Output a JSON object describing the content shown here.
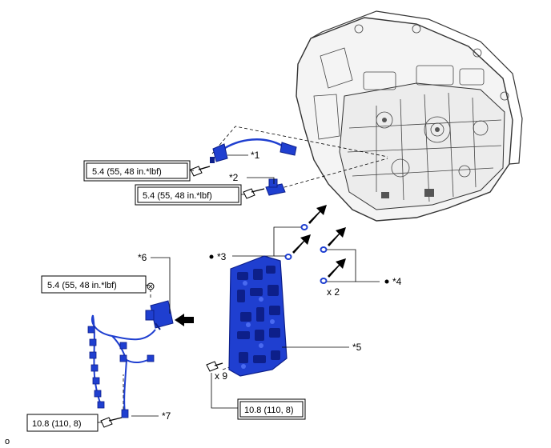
{
  "torque_specs": {
    "sensor1": "5.4 (55, 48 in.*lbf)",
    "sensor2": "5.4 (55, 48 in.*lbf)",
    "solenoid": "5.4 (55, 48 in.*lbf)",
    "harness": "10.8 (110, 8)",
    "valve_body": "10.8 (110, 8)"
  },
  "callouts": {
    "c1": "*1",
    "c2": "*2",
    "c3": "*3",
    "c4": "*4",
    "c5": "*5",
    "c6": "*6",
    "c7": "*7"
  },
  "quantities": {
    "o_rings": "x 2",
    "bolts": "x 9"
  },
  "reference_id": "o",
  "colors": {
    "part_blue": "#1f3fd0",
    "part_dark": "#0d1f8a",
    "housing_light": "#f4f4f4",
    "housing_line": "#333333"
  }
}
